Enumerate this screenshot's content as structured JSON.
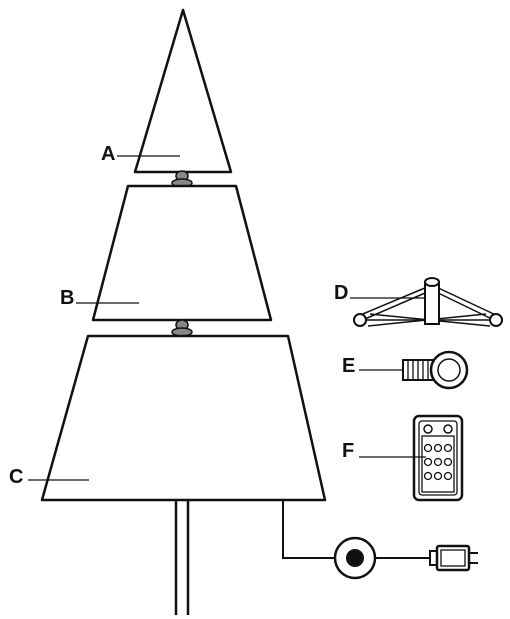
{
  "labels": {
    "a": "A",
    "b": "B",
    "c": "C",
    "d": "D",
    "e": "E",
    "f": "F"
  },
  "colors": {
    "line": "#111111",
    "background": "#ffffff",
    "connector": "#888888"
  }
}
